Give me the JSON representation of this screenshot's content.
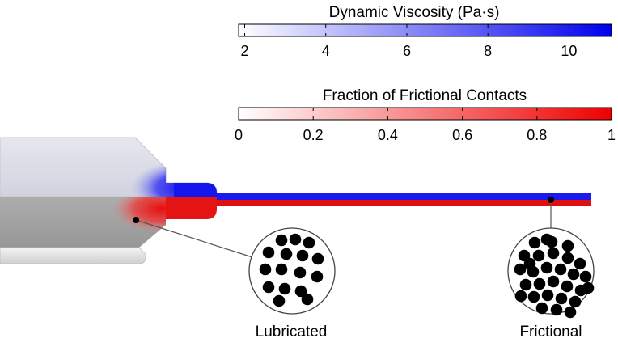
{
  "colorbars": {
    "viscosity": {
      "title": "Dynamic Viscosity (Pa·s)",
      "ticks": [
        "2",
        "4",
        "6",
        "8",
        "10"
      ],
      "range": [
        1.85,
        11.05
      ],
      "tick_values": [
        2,
        4,
        6,
        8,
        10
      ],
      "color_low": "#ffffff",
      "color_high": "#0000ee"
    },
    "frictional": {
      "title": "Fraction of Frictional Contacts",
      "ticks": [
        "0",
        "0.2",
        "0.4",
        "0.6",
        "0.8",
        "1"
      ],
      "range": [
        0,
        1
      ],
      "tick_values": [
        0,
        0.2,
        0.4,
        0.6,
        0.8,
        1
      ],
      "color_low": "#ffffff",
      "color_high": "#ee0000"
    }
  },
  "insets": {
    "lubricated": {
      "label": "Lubricated",
      "particle_count": 16
    },
    "frictional": {
      "label": "Frictional",
      "particle_count": 30
    }
  },
  "colors": {
    "upper_body": "#d9dbe6",
    "lower_body": "#a6a6a6",
    "viscosity_blue": "#1a1aee",
    "friction_red": "#e01010"
  }
}
